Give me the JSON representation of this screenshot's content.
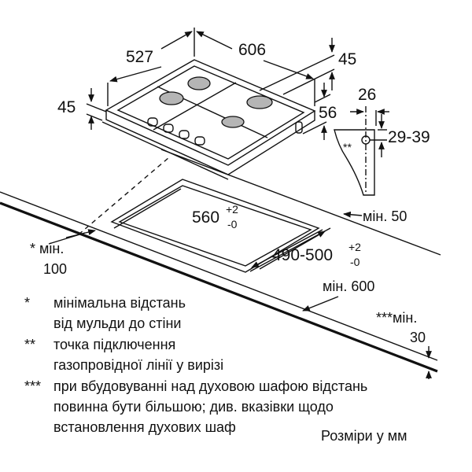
{
  "dimensions": {
    "depth": "527",
    "width": "606",
    "height_right": "45",
    "height_left": "45",
    "leg_height": "56",
    "gas_offset": "26",
    "gas_height": "29-39",
    "cutout_width": "560",
    "cutout_width_tol_plus": "+2",
    "cutout_width_tol_minus": "-0",
    "cutout_depth": "490-500",
    "cutout_depth_tol_plus": "+2",
    "cutout_depth_tol_minus": "-0",
    "min_back": "мін. 50",
    "min_wall_label": "* мін.",
    "min_wall_value": "100",
    "min_front": "мін. 600",
    "min_thickness_label": "***мін.",
    "min_thickness_value": "30",
    "gas_mark": "**"
  },
  "legend": [
    {
      "mark": "*",
      "lines": [
        "мінімальна відстань",
        "від мульди до стіни"
      ]
    },
    {
      "mark": "**",
      "lines": [
        "точка підключення",
        "газопровідної лінії у вирізі"
      ]
    },
    {
      "mark": "***",
      "lines": [
        "при вбудовуванні над духовою шафою відстань",
        "повинна бути більшою; див. вказівки щодо",
        "встановлення духових шаф"
      ]
    }
  ],
  "units_note": "Розміри у мм"
}
